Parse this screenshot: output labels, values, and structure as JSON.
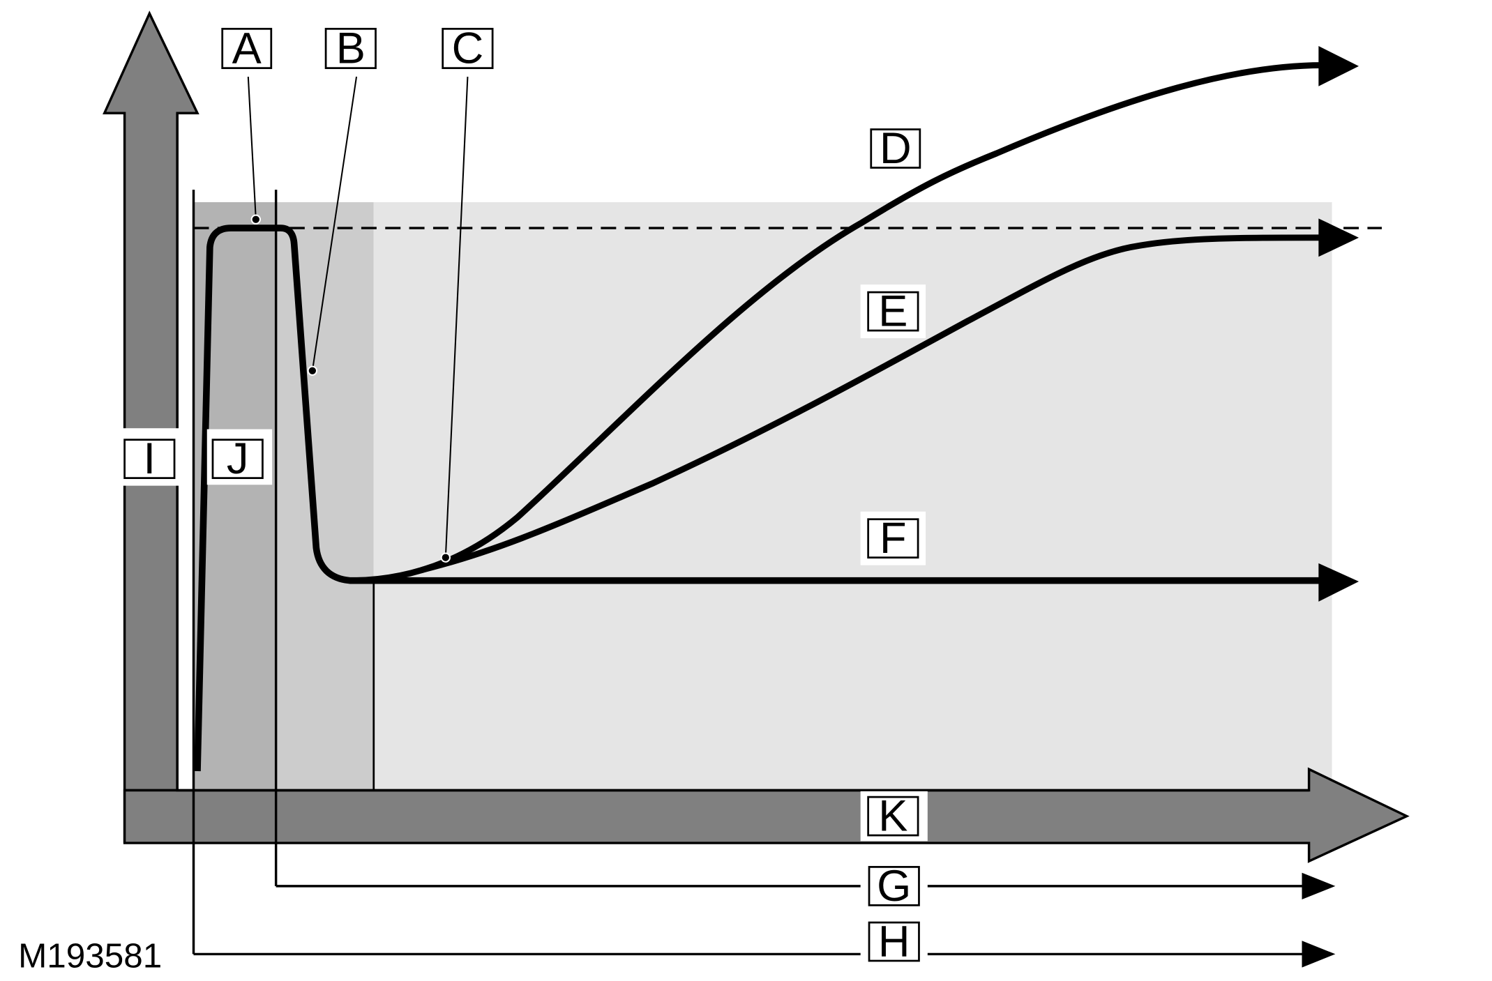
{
  "figure_id": "M193581",
  "colors": {
    "axis_arrow": "#808080",
    "phase_region_1": "#b3b3b3",
    "phase_region_2": "#cccccc",
    "phase_region_3": "#e5e5e5",
    "curve": "#000000",
    "background": "#ffffff"
  },
  "callouts": {
    "A": "A",
    "B": "B",
    "C": "C",
    "D": "D",
    "E": "E",
    "F": "F",
    "G": "G",
    "H": "H",
    "I": "I",
    "J": "J",
    "K": "K"
  }
}
